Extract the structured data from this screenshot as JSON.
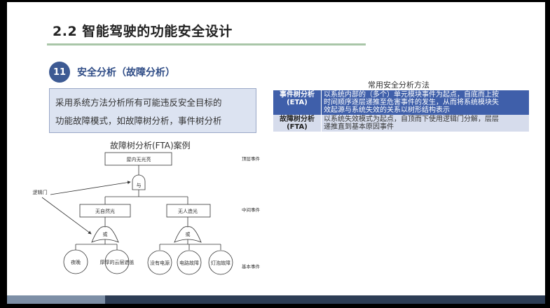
{
  "slide": {
    "title": "2.2 智能驾驶的功能安全设计",
    "section": {
      "number": "11",
      "title": "安全分析（故障分析）"
    },
    "description": [
      "采用系统方法分析所有可能违反安全目标的",
      "功能故障模式，如故障树分析，事件树分析"
    ],
    "colors": {
      "accent": "#3d5a93",
      "rule": "#a9c6a8",
      "box": "#dce3f1"
    }
  },
  "methods_table": {
    "caption": "常用安全分析方法",
    "rows": [
      {
        "name": "事件树分析",
        "abbr": "(ETA)",
        "text": [
          "以系统内部的（多个）单元模块事件为起点，自底而上按",
          "时间顺序逐层递推至危害事件的发生，从而将系统模块失",
          "效起源与系统失效的关系以树形结构表示"
        ]
      },
      {
        "name": "故障树分析",
        "abbr": "(FTA)",
        "text": [
          "以系统失效模式为起点，自顶而下使用逻辑门分解，层层",
          "递推直到基本原因事件"
        ]
      }
    ]
  },
  "fta": {
    "title": "故障树分析(FTA)案例",
    "top_event": "屋内无光亮",
    "and_gate": "与",
    "intermediate": [
      "无自然光",
      "无人造光"
    ],
    "or_gate": "或",
    "basic_events": [
      "夜晚",
      "厚厚的云层遮盖",
      "没有电源",
      "电路故障",
      "灯泡故障"
    ],
    "level_labels": [
      "顶层事件",
      "中间事件",
      "基本事件"
    ],
    "annotation": "逻辑门"
  }
}
